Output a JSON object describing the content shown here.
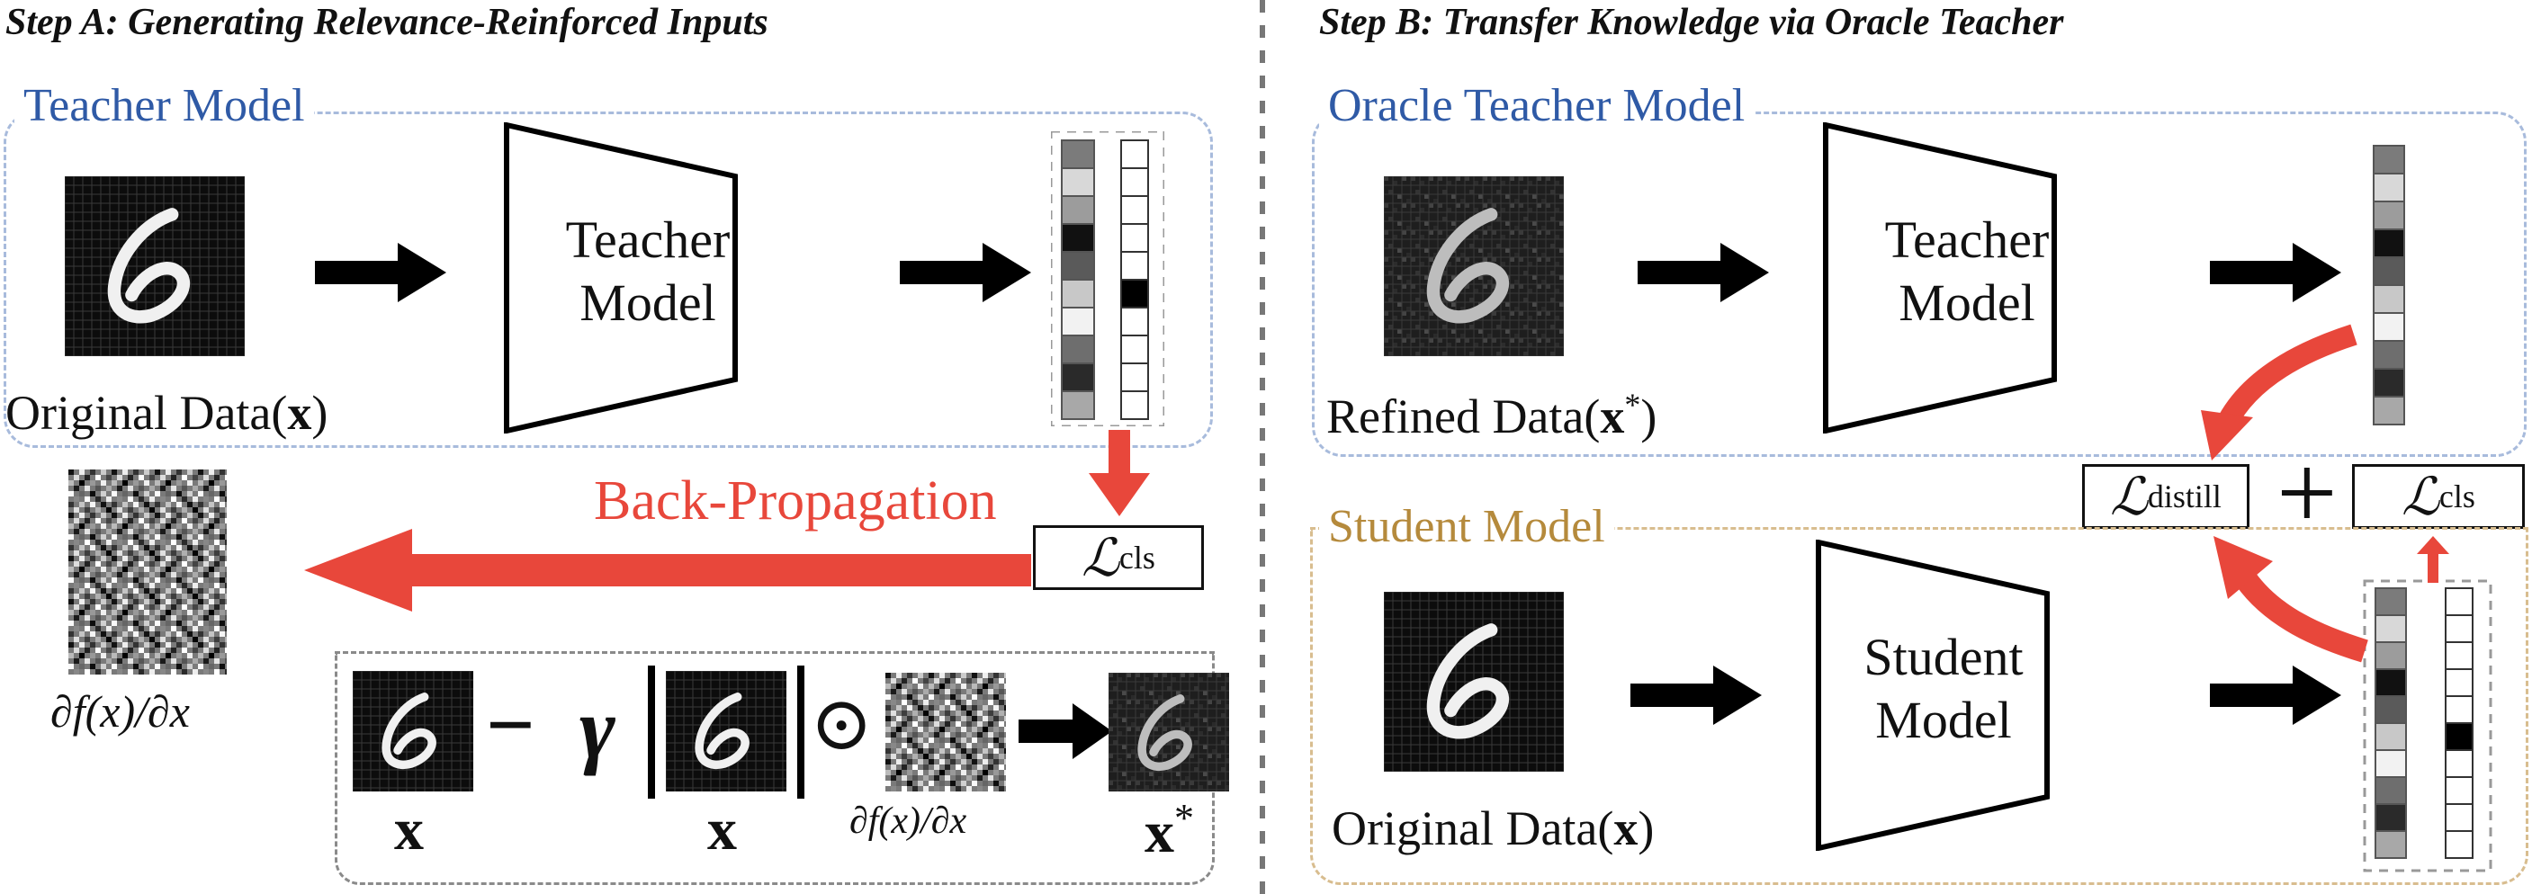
{
  "stepA": {
    "title": "Step A: Generating Relevance-Reinforced Inputs",
    "teacher_label": "Teacher Model",
    "model_line1": "Teacher",
    "model_line2": "Model",
    "original_caption_prefix": "Original Data(",
    "original_caption_x": "x",
    "original_caption_suffix": ")",
    "backprop_label": "Back-Propagation",
    "loss_cls_sub": "cls",
    "grad_label": "∂f(x)/∂x",
    "formula_minus": "−",
    "formula_gamma": "γ",
    "formula_odot": "⊙",
    "x_label": "x",
    "xstar_label": "x",
    "star": "*"
  },
  "stepB": {
    "title": "Step B: Transfer Knowledge via Oracle Teacher",
    "oracle_label": "Oracle Teacher Model",
    "model_line1": "Teacher",
    "model_line2": "Model",
    "refined_caption_prefix": "Refined Data(",
    "refined_caption_x": "x",
    "refined_caption_star": "*",
    "refined_caption_suffix": ")",
    "distill_sub": "distill",
    "plus": "+",
    "cls_sub": "cls",
    "student_label": "Student Model",
    "student_line1": "Student",
    "student_line2": "Model",
    "original_caption_prefix": "Original Data(",
    "original_caption_x": "x",
    "original_caption_suffix": ")"
  },
  "loss_symbol": "ℒ",
  "colors": {
    "red_arrow": "#e8473b",
    "blue_label": "#2f5aa6",
    "gold_label": "#b58a3c"
  },
  "icons": [
    "digit-six-image",
    "noise-image",
    "probability-vector",
    "one-hot-vector",
    "arrow-right-icon"
  ]
}
